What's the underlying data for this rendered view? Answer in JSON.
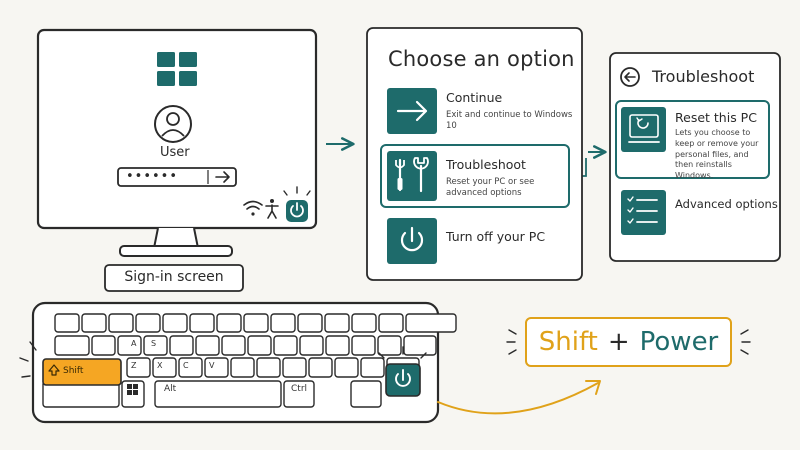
{
  "colors": {
    "teal": "#1e6b6b",
    "orange": "#f5a623",
    "ink": "#2a2a2a",
    "paper": "#f7f6f2"
  },
  "signin": {
    "username": "User",
    "password_mask": "••••••",
    "caption": "Sign-in screen",
    "icons": [
      "windows-logo-icon",
      "user-avatar-icon",
      "wifi-icon",
      "accessibility-icon",
      "power-icon"
    ]
  },
  "options_panel": {
    "title": "Choose an option",
    "items": [
      {
        "icon": "arrow-right-icon",
        "title": "Continue",
        "desc": "Exit and continue to Windows 10"
      },
      {
        "icon": "tools-icon",
        "title": "Troubleshoot",
        "desc": "Reset your PC or see advanced options",
        "highlighted": true
      },
      {
        "icon": "power-icon",
        "title": "Turn off your PC",
        "desc": ""
      }
    ]
  },
  "troubleshoot_panel": {
    "title": "Troubleshoot",
    "items": [
      {
        "icon": "reset-pc-icon",
        "title": "Reset this PC",
        "desc": "Lets you choose to keep or remove your personal files, and then reinstalls Windows.",
        "highlighted": true
      },
      {
        "icon": "checklist-icon",
        "title": "Advanced options",
        "desc": ""
      }
    ]
  },
  "keyboard": {
    "shift_label": "Shift",
    "alt_label": "Alt",
    "ctrl_label": "Ctrl",
    "letter_keys": [
      "A",
      "S",
      "Z",
      "X",
      "C",
      "V"
    ]
  },
  "combo": {
    "part1": "Shift",
    "plus": "+",
    "part2": "Power"
  }
}
